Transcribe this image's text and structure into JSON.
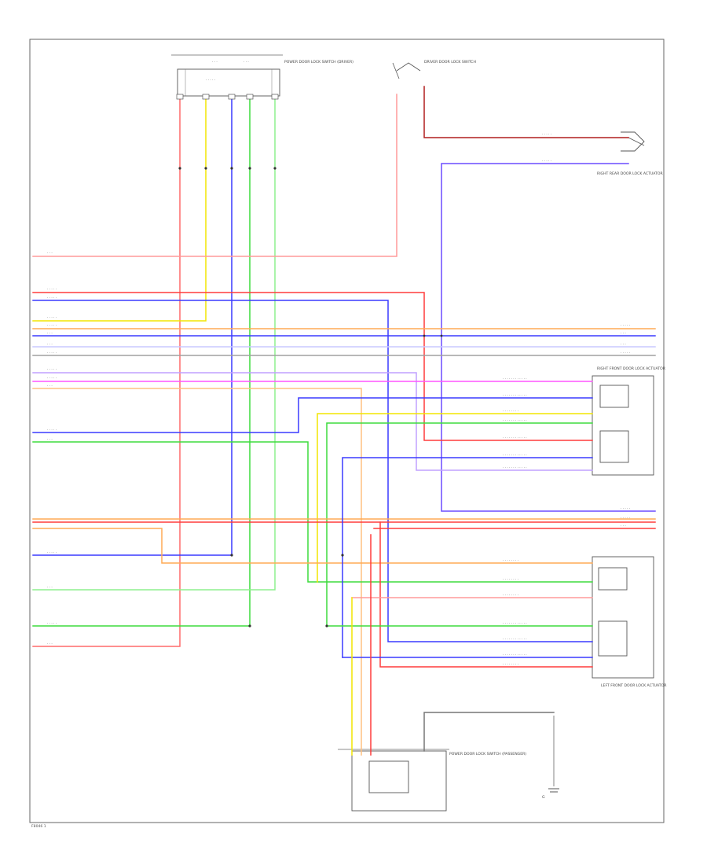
{
  "colors": {
    "red": "#ff3b3b",
    "pink": "#ff9a9a",
    "yellow": "#f2e600",
    "green": "#3ddc3d",
    "lightgreen": "#8df08d",
    "blue": "#3a3aff",
    "purple": "#6b4bff",
    "orange": "#ffaa55",
    "magenta": "#ff55ff",
    "gray": "#a0a0a0",
    "darkred": "#b01e1e",
    "brown": "#b07a30"
  },
  "components": {
    "top_switch": {
      "label": "POWER DOOR LOCK SWITCH (DRIVER)"
    },
    "top_right_sw": {
      "label": "DRIVER DOOR LOCK SWITCH"
    },
    "right_rear_lock": {
      "label": "RIGHT REAR DOOR LOCK ACTUATOR"
    },
    "right_front_lock": {
      "label": "RIGHT FRONT DOOR LOCK ACTUATOR"
    },
    "left_front_lock": {
      "label": "LEFT FRONT DOOR LOCK ACTUATOR"
    },
    "bottom_module": {
      "label": "POWER DOOR LOCK SWITCH (PASSENGER)"
    },
    "ground": {
      "label": "G"
    }
  },
  "footer": {
    "code": "F8046 1"
  }
}
